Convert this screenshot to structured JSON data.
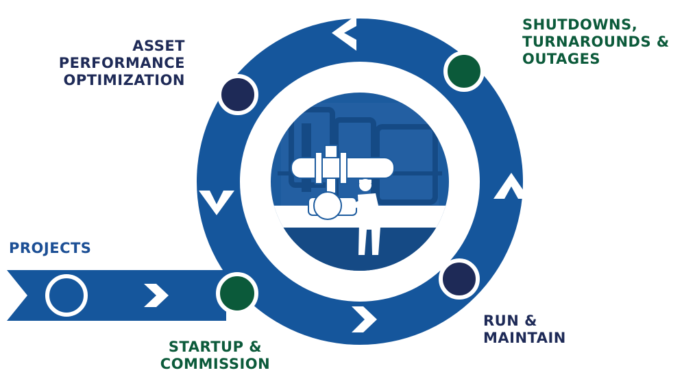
{
  "colors": {
    "ring": "#15569c",
    "ring_dark": "#114a88",
    "white": "#ffffff",
    "navy": "#1e2a57",
    "green": "#0b5a3a",
    "label_blue": "#1c4f95",
    "scene_back": "#1c5b9e",
    "scene_deep": "#154a85"
  },
  "labels": {
    "asset_performance": [
      "ASSET",
      "PERFORMANCE",
      "OPTIMIZATION"
    ],
    "shutdowns": [
      "SHUTDOWNS,",
      "TURNAROUNDS &",
      "OUTAGES"
    ],
    "projects": [
      "PROJECTS"
    ],
    "startup": [
      "STARTUP &",
      "COMMISSION"
    ],
    "run_maintain": [
      "RUN &",
      "MAINTAIN"
    ]
  },
  "icons": {
    "center": "worker-operating-valve-icon",
    "arrows": [
      "chevron-left-icon",
      "chevron-up-icon",
      "chevron-right-icon",
      "chevron-down-icon"
    ]
  }
}
